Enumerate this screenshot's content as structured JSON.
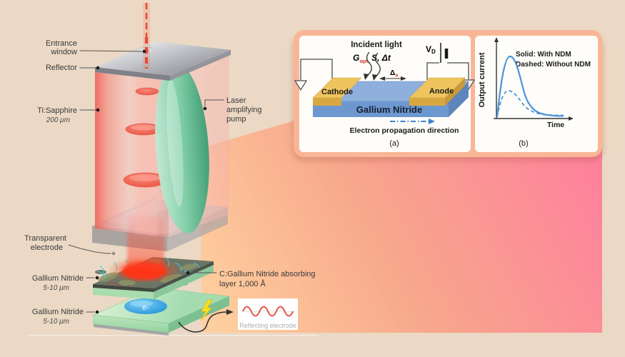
{
  "figure": {
    "left_labels": {
      "entrance_window": [
        "Entrance",
        "window"
      ],
      "reflector": "Reflector",
      "ti_sapphire": "Ti:Sapphire",
      "ti_sapphire_thickness": "200 μm",
      "laser_pump": [
        "Laser",
        "amplifying",
        "pump"
      ],
      "transparent_electrode": [
        "Transparent",
        "electrode"
      ],
      "gan_top": "Gallium Nitride",
      "gan_top_thickness": "5-10 μm",
      "gan_bottom": "Gallium Nitride",
      "gan_bottom_thickness": "5-10 μm",
      "absorbing_layer": [
        "C:Gallium Nitride absorbing",
        "layer  1,000 Å"
      ],
      "reflecting_electrode": "Reflecting electrode",
      "electron_label": "e-"
    },
    "inset_a": {
      "incident_light": "Incident light",
      "formula_g": "G",
      "formula_g_sub": "opt,",
      "formula_rest": "S, Δt",
      "vd": "V",
      "vd_sub": "D",
      "delta": "Δ",
      "delta_sub": "s",
      "cathode": "Cathode",
      "anode": "Anode",
      "slab": "Gallium Nitride",
      "electron_direction": "Electron propagation direction",
      "panel_label": "(a)"
    },
    "inset_b": {
      "legend_solid": "Solid: With NDM",
      "legend_dashed": "Dashed: Without NDM",
      "ylabel": "Output current",
      "xlabel": "Time",
      "panel_label": "(b)",
      "chart_data": {
        "type": "line",
        "xlabel": "Time",
        "ylabel": "Output current",
        "legend_position": "top-right",
        "series": [
          {
            "name": "With NDM",
            "style": "solid",
            "shape": "tall early peak then fast decay"
          },
          {
            "name": "Without NDM",
            "style": "dashed",
            "shape": "lower broader peak, slower decay"
          }
        ]
      }
    },
    "colors": {
      "background": "#ebd9c5",
      "gradient_top_right": "#ff7d9e",
      "gradient_mid": "#f7a78c",
      "gradient_bottom_left": "#ffd2a0",
      "inset_border": "#f9b697",
      "curve_blue": "#4a94dc",
      "laser_red": "#e8503f",
      "lens_green": "#3f9e74",
      "gan_green": "#a9dcae",
      "electron_blue": "#1e8fd6",
      "wave_red": "#e05548",
      "bolt_yellow": "#ffdf1b",
      "cathode_anode_yellow": "#efc45f",
      "gan_slab_blue": "#6d97cf"
    }
  }
}
